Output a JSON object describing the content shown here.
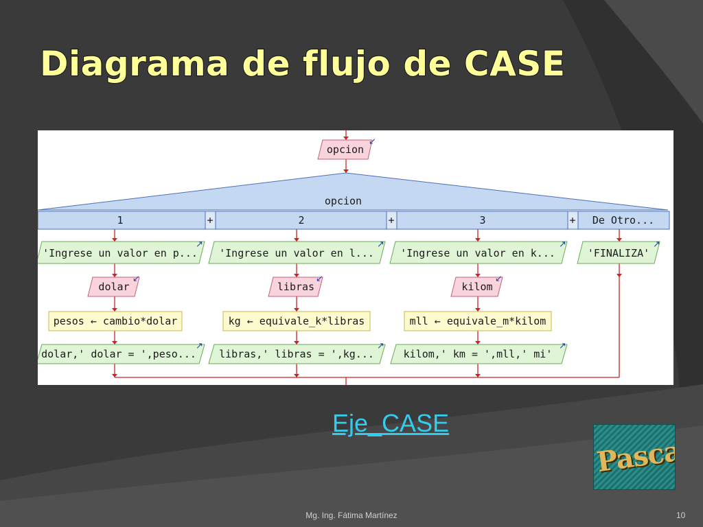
{
  "slide": {
    "title": "Diagrama de flujo de CASE",
    "link_text": "Eje_CASE",
    "footer": "Mg. Ing. Fátima Martínez",
    "page_number": "10",
    "logo_text": "Pascal"
  },
  "flowchart": {
    "input_variable": "opcion",
    "selector": "opcion",
    "plus_sign": "+",
    "branches": [
      {
        "case_label": "1",
        "prompt": "'Ingrese un valor en p...",
        "read_var": "dolar",
        "assignment": "pesos ← cambio*dolar",
        "output": "dolar,' dolar = ',peso..."
      },
      {
        "case_label": "2",
        "prompt": "'Ingrese un valor en l...",
        "read_var": "libras",
        "assignment": "kg ← equivale_k*libras",
        "output": "libras,' libras = ',kg..."
      },
      {
        "case_label": "3",
        "prompt": "'Ingrese un valor en k...",
        "read_var": "kilom",
        "assignment": "mll ← equivale_m*kilom",
        "output": "kilom,' km = ',mll,' mi'"
      }
    ],
    "default_case": {
      "case_label": "De Otro...",
      "output": "'FINALIZA'"
    }
  },
  "colors": {
    "slide_background": "#3a3a3a",
    "title_fill": "#ffff99",
    "io_pink": "#f9d4dd",
    "io_green": "#dff5d6",
    "process_yellow": "#fdfad0",
    "selector_blue": "#c5d8f2",
    "connector_red": "#cc2222",
    "link_cyan": "#33ccee"
  }
}
